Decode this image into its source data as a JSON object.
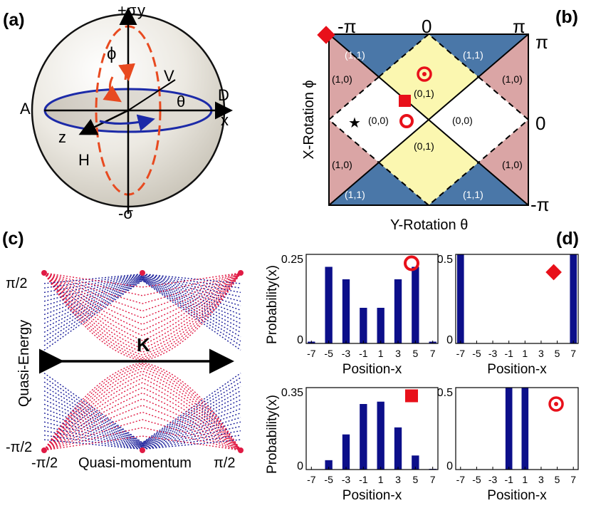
{
  "panels": {
    "a": "(a)",
    "b": "(b)",
    "c": "(c)",
    "d": "(d)"
  },
  "sphere": {
    "top_label": "+σ",
    "y_label": "y",
    "bottom_label": "-σ",
    "x_label": "x",
    "z_label": "z",
    "A_label": "A",
    "D_label": "D",
    "V_label": "V",
    "H_label": "H",
    "phi_label": "ϕ",
    "theta_label": "θ"
  },
  "phase": {
    "top_ticks": [
      "-π",
      "0",
      "π"
    ],
    "right_ticks": [
      "π",
      "0",
      "-π"
    ],
    "xlabel": "Y-Rotation θ",
    "ylabel": "X-Rotation ϕ",
    "regions": {
      "c11": "(1,1)",
      "c10": "(1,0)",
      "c01": "(0,1)",
      "c00": "(0,0)"
    },
    "colors": {
      "c11": "#4a77a8",
      "c10": "#daa5a5",
      "c01": "#fbf7b0",
      "c00": "#ffffff",
      "marker": "#e8101a"
    }
  },
  "bands": {
    "ylabel": "Quasi-Energy",
    "xlabel": "Quasi-momentum",
    "yticks": [
      "π/2",
      "-π/2"
    ],
    "xticks": [
      "-π/2",
      "π/2"
    ],
    "gap_label": "K",
    "colors": {
      "blue": "#1a1e9a",
      "red": "#e01a44"
    }
  },
  "chart_data": [
    {
      "type": "bar",
      "marker": "open-circle",
      "ylabel": "Probability(x)",
      "xlabel": "Position-x",
      "ylim": [
        0,
        0.25
      ],
      "yticks": [
        "0.25",
        "0"
      ],
      "categories": [
        "-7",
        "-5",
        "-3",
        "-1",
        "1",
        "3",
        "5",
        "7"
      ],
      "x": [
        -7,
        -6,
        -5,
        -4,
        -3,
        -2,
        -1,
        0,
        1,
        2,
        3,
        4,
        5,
        6,
        7
      ],
      "values": [
        0.005,
        0,
        0.215,
        0,
        0.18,
        0,
        0.1,
        0,
        0.1,
        0,
        0.18,
        0,
        0.215,
        0,
        0.005
      ]
    },
    {
      "type": "bar",
      "marker": "diamond",
      "ylabel": "",
      "xlabel": "Position-x",
      "ylim": [
        0,
        0.5
      ],
      "yticks": [
        "0.5",
        "0"
      ],
      "categories": [
        "-7",
        "-5",
        "-3",
        "-1",
        "1",
        "3",
        "5",
        "7"
      ],
      "x": [
        -7,
        -6,
        -5,
        -4,
        -3,
        -2,
        -1,
        0,
        1,
        2,
        3,
        4,
        5,
        6,
        7
      ],
      "values": [
        0.5,
        0,
        0,
        0,
        0,
        0,
        0,
        0,
        0,
        0,
        0,
        0,
        0,
        0,
        0.5
      ]
    },
    {
      "type": "bar",
      "marker": "square",
      "ylabel": "Probability(x)",
      "xlabel": "Position-x",
      "ylim": [
        0,
        0.35
      ],
      "yticks": [
        "0.35",
        "0"
      ],
      "categories": [
        "-7",
        "-5",
        "-3",
        "-1",
        "1",
        "3",
        "5",
        "7"
      ],
      "x": [
        -7,
        -6,
        -5,
        -4,
        -3,
        -2,
        -1,
        0,
        1,
        2,
        3,
        4,
        5,
        6,
        7
      ],
      "values": [
        0,
        0,
        0.04,
        0,
        0.15,
        0,
        0.28,
        0,
        0.29,
        0,
        0.18,
        0,
        0.06,
        0,
        0.003
      ]
    },
    {
      "type": "bar",
      "marker": "bullseye",
      "ylabel": "",
      "xlabel": "Position-x",
      "ylim": [
        0,
        0.5
      ],
      "yticks": [
        "0.5",
        "0"
      ],
      "categories": [
        "-7",
        "-5",
        "-3",
        "-1",
        "1",
        "3",
        "5",
        "7"
      ],
      "x": [
        -7,
        -6,
        -5,
        -4,
        -3,
        -2,
        -1,
        0,
        1,
        2,
        3,
        4,
        5,
        6,
        7
      ],
      "values": [
        0,
        0,
        0,
        0,
        0,
        0,
        0.5,
        0,
        0.5,
        0,
        0,
        0,
        0,
        0,
        0
      ]
    }
  ]
}
